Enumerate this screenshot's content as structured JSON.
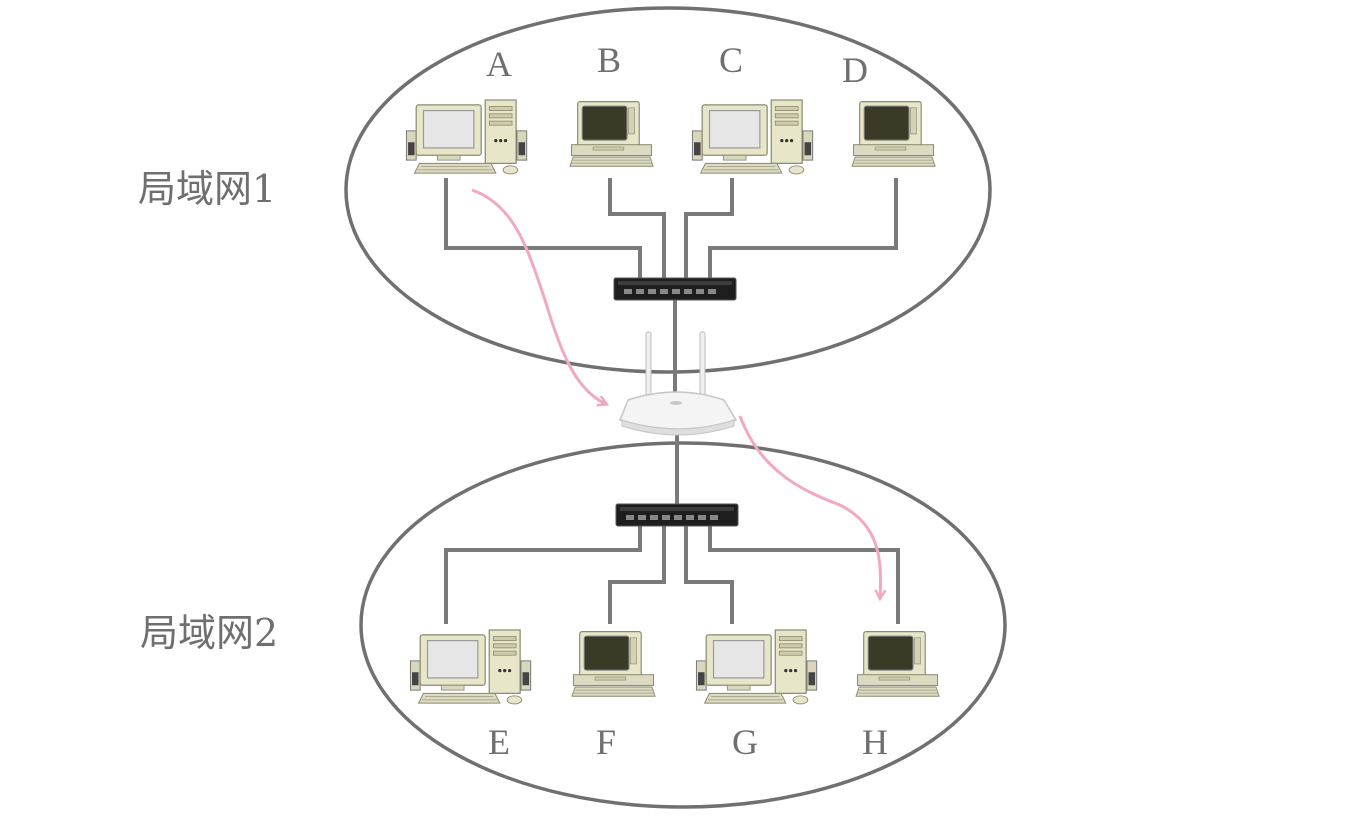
{
  "lan1": {
    "label": "局域网1",
    "computers": [
      {
        "label": "A",
        "kind": "tower"
      },
      {
        "label": "B",
        "kind": "terminal"
      },
      {
        "label": "C",
        "kind": "tower"
      },
      {
        "label": "D",
        "kind": "terminal"
      }
    ]
  },
  "lan2": {
    "label": "局域网2",
    "computers": [
      {
        "label": "E",
        "kind": "tower"
      },
      {
        "label": "F",
        "kind": "terminal"
      },
      {
        "label": "G",
        "kind": "tower"
      },
      {
        "label": "H",
        "kind": "terminal"
      }
    ]
  },
  "colors": {
    "cable": "#7a7a7a",
    "ellipse": "#707070",
    "flow_arrow": "#f2a7c3",
    "label_text": "#6f6f6f",
    "switch_body": "#1e1e1e",
    "router_body": "#f4f4f4",
    "computer_beige": "#e8e6c9"
  },
  "icons": {
    "switch": "network-switch-icon",
    "router": "wireless-router-icon",
    "tower_pc": "desktop-tower-computer-icon",
    "terminal_pc": "terminal-computer-icon"
  }
}
